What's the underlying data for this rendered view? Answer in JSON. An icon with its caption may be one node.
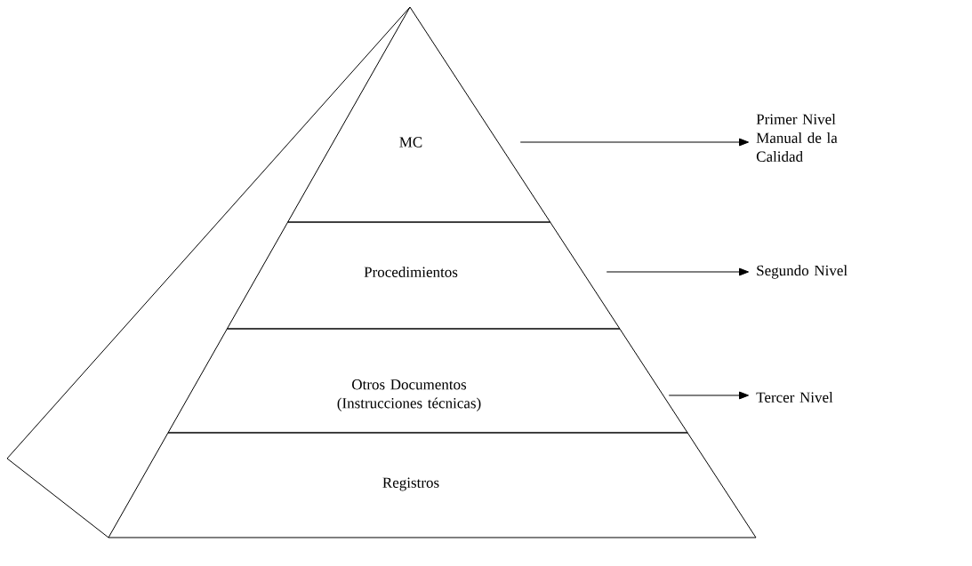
{
  "diagram": {
    "nodes": [
      {
        "text": [
          "MC"
        ]
      },
      {
        "text": [
          "Procedimientos"
        ]
      },
      {
        "text": [
          "Otros Documentos (Instrucciones técnicas)"
        ]
      },
      {
        "text": [
          "Registros"
        ]
      },
      {
        "text": [
          "Primer Nivel Manual de la Calidad"
        ]
      },
      {
        "text": [
          "Segundo Nivel"
        ]
      },
      {
        "text": [
          "Tercer Nivel"
        ]
      }
    ],
    "edges": [
      {
        "from": 0,
        "to": 4,
        "arrow": "to"
      },
      {
        "from": 1,
        "to": 5,
        "arrow": "to"
      },
      {
        "from": 2,
        "to": 6,
        "arrow": "to"
      }
    ]
  }
}
